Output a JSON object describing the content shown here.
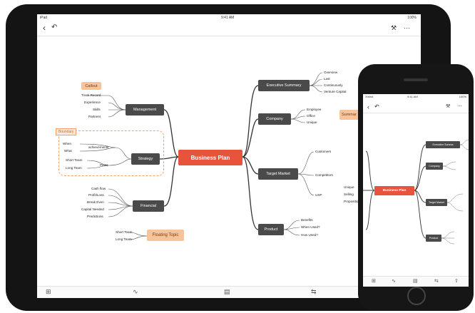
{
  "tablet": {
    "status": {
      "device": "iPad",
      "time": "9:41 AM",
      "battery": "100%"
    },
    "toolbar": {
      "back_icon": "chevron-left-icon",
      "undo_icon": "undo-icon",
      "format_icon": "format-brush-icon",
      "more_icon": "more-icon"
    },
    "bottombar": {
      "items": [
        "insert-topic-icon",
        "relationship-icon",
        "outline-icon",
        "export-icon"
      ]
    },
    "map": {
      "central": "Business Plan",
      "executive": {
        "label": "Executive Summary",
        "children": [
          "Overview",
          "Last",
          "Continuously",
          "Venture Capital"
        ]
      },
      "company": {
        "label": "Company",
        "children": [
          "Employee",
          "Office",
          "Unique"
        ],
        "callout": "Summar"
      },
      "target": {
        "label": "Target Market",
        "customers": "Customers",
        "competitors": "Competitors",
        "usp": "USP",
        "usp_children": [
          "Unique",
          "Selling",
          "Proposition"
        ]
      },
      "product": {
        "label": "Product",
        "children": [
          "Benefits",
          "When Used?",
          "How Used?"
        ]
      },
      "management": {
        "label": "Management",
        "callout": "Callout",
        "children": [
          "Track Record",
          "Experience",
          "Skills",
          "Partners"
        ]
      },
      "strategy": {
        "label": "Strategy",
        "boundary": "Boundary",
        "children": [
          "When",
          "What",
          "Short Team",
          "Long Team"
        ],
        "achievements": "achievements",
        "plans": "Plans"
      },
      "financial": {
        "label": "Financial",
        "children": [
          "Cash flow",
          "Profit/Loss",
          "Break Even",
          "Capital Needed",
          "Predictions"
        ]
      },
      "floating": {
        "label": "Floating Topic",
        "children": [
          "Short Team",
          "Long Team"
        ]
      }
    }
  },
  "phone": {
    "status": {
      "carrier": "Xmind",
      "time": "9:41 AM",
      "battery": "100%"
    },
    "map": {
      "central": "Business Plan",
      "branches": [
        "Executive Summa",
        "Company",
        "Target Market",
        "Product"
      ]
    },
    "bottombar": {
      "items": [
        "insert-topic-icon",
        "relationship-icon",
        "outline-icon",
        "export-icon",
        "share-icon"
      ]
    }
  }
}
